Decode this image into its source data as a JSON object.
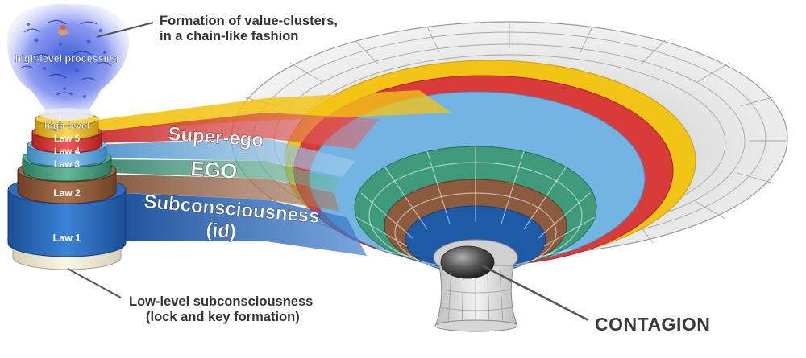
{
  "callouts": {
    "formation_line1": "Formation of value-clusters,",
    "formation_line2": "in a chain-like fashion",
    "low_level_line1": "Low-level subconsciousness",
    "low_level_line2": "(lock and key formation)",
    "contagion": "CONTAGION"
  },
  "brain": {
    "label": "high-level processing"
  },
  "stack": {
    "high_level": "high-level",
    "law5": "Law 5",
    "law4": "Law 4",
    "law3": "Law 3",
    "law2": "Law 2",
    "law1": "Law 1"
  },
  "bands": {
    "superego": "Super-ego",
    "ego": "EGO",
    "subconscious": "Subconsciousness",
    "id": "(id)"
  },
  "colors": {
    "yellow": "#f2c416",
    "red": "#d93a3a",
    "light_blue": "#74b4e2",
    "green": "#3f9a7c",
    "brown": "#8c5a3c",
    "blue": "#1f5aa6",
    "grey": "#d8d8d8"
  }
}
